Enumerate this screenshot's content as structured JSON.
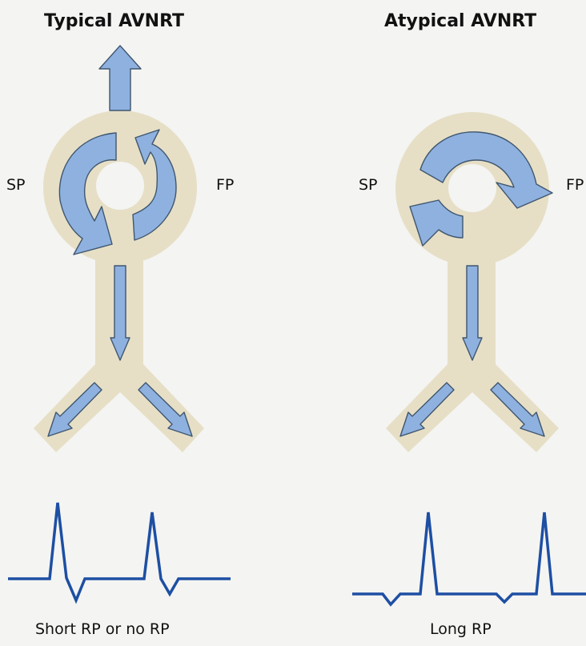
{
  "diagrams": [
    {
      "title": "Typical AVNRT",
      "left_label": "SP",
      "right_label": "FP",
      "caption": "Short RP or no RP"
    },
    {
      "title": "Atypical AVNRT",
      "left_label": "SP",
      "right_label": "FP",
      "caption": "Long RP"
    }
  ],
  "colors": {
    "tissue": "#e6dfc6",
    "arrow_fill": "#8fb1df",
    "arrow_stroke": "#3f566f",
    "ecg": "#1d4fa3",
    "background": "#f4f4f2"
  }
}
